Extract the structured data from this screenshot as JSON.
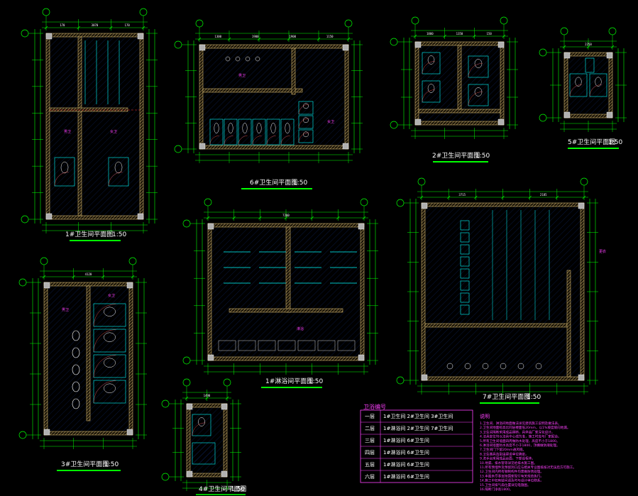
{
  "title": "",
  "colors": {
    "background": "#000000",
    "dimension_line": "#00ff00",
    "wall_hatch": "#f0d080",
    "fixture": "#00ffff",
    "text": "#ffffff",
    "annotation": "#ff40ff",
    "column": "#b0b0b0",
    "underline": "#00ff00"
  },
  "drawings": {
    "d1": {
      "caption": "1#卫生间平面图",
      "scale": "1:50",
      "dims": [
        "170",
        "3070",
        "170"
      ],
      "rooms": [
        "男卫",
        "女卫"
      ]
    },
    "d2": {
      "caption": "6#卫生间平面图",
      "scale": "1:50",
      "dims": [
        "1300",
        "1900",
        "1900",
        "1150"
      ],
      "rooms": [
        "男卫",
        "女卫"
      ]
    },
    "d3": {
      "caption": "2#卫生间平面图",
      "scale": "1:50",
      "dims": [
        "1800",
        "1350",
        "150"
      ],
      "rooms": []
    },
    "d4": {
      "caption": "5#卫生间平面图",
      "scale": "1:50",
      "dims": [
        "2250"
      ],
      "rooms": []
    },
    "d5": {
      "caption": "3#卫生间平面图",
      "scale": "1:50",
      "dims": [
        "4120"
      ],
      "rooms": [
        "男卫",
        "女卫"
      ]
    },
    "d6": {
      "caption": "1#淋浴间平面图",
      "scale": "1:50",
      "dims": [
        "7200"
      ],
      "rooms": [
        "淋浴"
      ]
    },
    "d7": {
      "caption": "7#卫生间平面图",
      "scale": "1:50",
      "dims": [
        "3715",
        "2185"
      ],
      "rooms": [
        "更衣"
      ]
    },
    "d8": {
      "caption": "4#卫生间平面图",
      "scale": "1:50",
      "dims": [
        "1490"
      ],
      "rooms": []
    }
  },
  "legend": {
    "title": "卫浴编号",
    "rows": [
      {
        "code": "一层",
        "text": "1#卫生间 2#卫生间 3#卫生间"
      },
      {
        "code": "二层",
        "text": "1#淋浴间 2#卫生间 7#卫生间"
      },
      {
        "code": "三层",
        "text": "1#淋浴间 6#卫生间"
      },
      {
        "code": "四层",
        "text": "1#淋浴间 6#卫生间"
      },
      {
        "code": "五层",
        "text": "1#淋浴间 6#卫生间"
      },
      {
        "code": "六层",
        "text": "1#淋浴间 6#卫生间"
      }
    ]
  },
  "notes": {
    "title": "说明",
    "lines": [
      "1.卫生间、淋浴间地面做法详见建筑施工说明及做法表。",
      "2.卫生间地面标高比同层楼面低20mm，以1%坡度坡向地漏。",
      "3.卫生间隔断采用成品隔断，具体由厂家深化设计。",
      "4.洁具定位均以洁具中心线为准，施工时应与厂家配合。",
      "5.所有卫生间墙面四周做防水处理，高度不小于1800。",
      "6.淋浴间墙面防水高度不小于1800，顶棚做防潮处理。",
      "7.卫生间门下留20mm通风缝。",
      "8.卫生器具选型由建设单位确定。",
      "9.洗手台采用成品台面，下部设柜体。",
      "10.地漏、排水管等详见给排水施工图。",
      "11.所有预埋件及预留洞口应与相关专业图纸核对无误后方可施工。",
      "12.卫生间内所有钢制构件均需做防锈处理。",
      "13.本图未尽事宜按国家现行有关规范执行。",
      "14.施工中如有疑问请及时与设计单位联系。",
      "15.卫生间排气扇位置详见电施图。",
      "16.隔断门净高1800。"
    ]
  }
}
